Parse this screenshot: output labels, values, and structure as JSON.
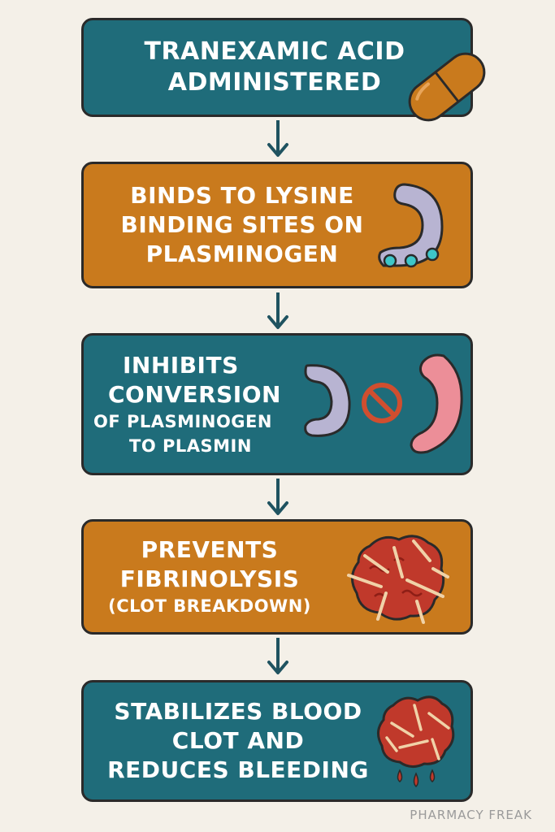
{
  "steps": [
    {
      "lines": [
        "TRANEXAMIC ACID",
        "ADMINISTERED"
      ],
      "icon": "capsule-icon"
    },
    {
      "lines": [
        "BINDS TO LYSINE",
        "BINDING SITES ON",
        "PLASMINOGEN"
      ],
      "icon": "plasminogen-icon"
    },
    {
      "lines": [
        "INHIBITS",
        "CONVERSION",
        "OF PLASMINOGEN",
        "TO PLASMIN"
      ],
      "icon": "inhibition-icon"
    },
    {
      "lines": [
        "PREVENTS",
        "FIBRINOLYSIS",
        "(CLOT BREAKDOWN)"
      ],
      "icon": "fibrin-clot-icon"
    },
    {
      "lines": [
        "STABILIZES BLOOD",
        "CLOT AND",
        "REDUCES BLEEDING"
      ],
      "icon": "blood-clot-icon"
    }
  ],
  "watermark": "PHARMACY FREAK",
  "colors": {
    "teal": "#1f6c7a",
    "orange": "#c97a1d",
    "background": "#f4f0e8"
  }
}
